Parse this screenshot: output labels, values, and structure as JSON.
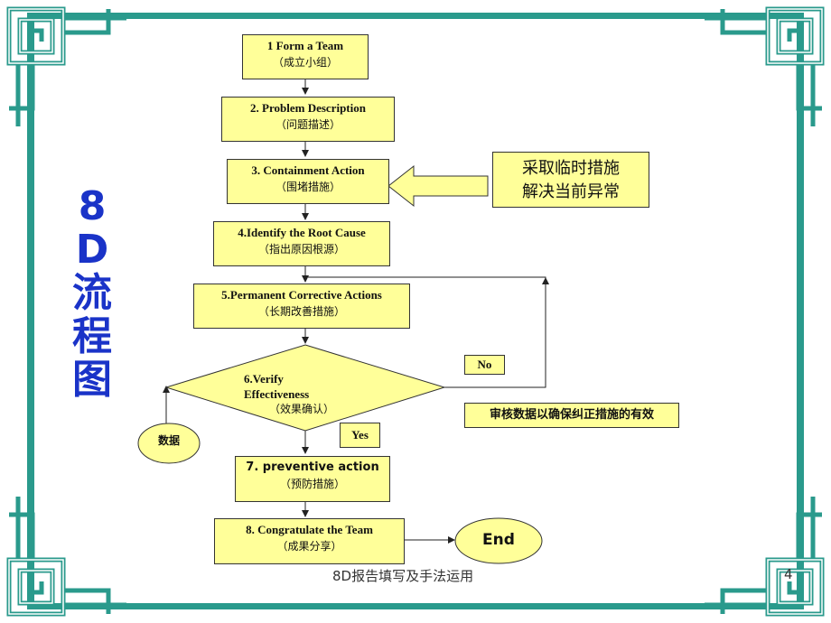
{
  "title_chars": [
    "8",
    "D",
    "流",
    "程",
    "图"
  ],
  "steps": [
    {
      "en": "1 Form a Team",
      "zh": "（成立小组）"
    },
    {
      "en": "2. Problem Description",
      "zh": "（问题描述）"
    },
    {
      "en": "3. Containment Action",
      "zh": "（围堵措施）"
    },
    {
      "en": "4.Identify the Root Cause",
      "zh": "（指出原因根源）"
    },
    {
      "en": "5.Permanent Corrective Actions",
      "zh": "（长期改善措施）"
    },
    {
      "en": "7. preventive action",
      "zh": "（预防措施）"
    },
    {
      "en": "8. Congratulate the Team",
      "zh": "（成果分享）"
    }
  ],
  "decision": {
    "en1": "6.Verify",
    "en2": "Effectiveness",
    "zh": "（效果确认）"
  },
  "containment_note": {
    "line1": "采取临时措施",
    "line2": "解决当前异常"
  },
  "labels": {
    "no": "No",
    "yes": "Yes",
    "review_note": "审核数据以确保纠正措施的有效",
    "data_chars": "数据",
    "end": "End"
  },
  "footer": {
    "text": "8D报告填写及手法运用",
    "page": "4"
  },
  "colors": {
    "frame": "#2a9a8c",
    "box_fill": "#ffff99",
    "title": "#1a33c8"
  }
}
